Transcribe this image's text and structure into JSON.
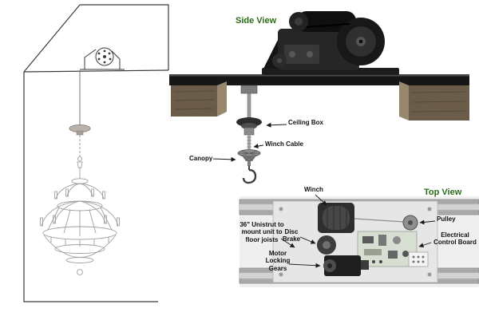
{
  "figure": {
    "type": "chandelier-lift-installation-diagram"
  },
  "colors": {
    "title_green": "#2e6b1c",
    "label_text": "#111111",
    "wood_joist": "#6b5c49",
    "mounting_board": "#161616",
    "unistrut_gray": "#adadad",
    "circuit_board_green": "#d7ded2"
  },
  "side_view": {
    "title": "Side View",
    "labels": {
      "ceiling_box": "Ceiling Box",
      "winch_cable": "Winch Cable",
      "canopy": "Canopy"
    }
  },
  "top_view": {
    "title": "Top View",
    "labels": {
      "winch": "Winch",
      "pulley": "Pulley",
      "unistrut": "36\" Unistrut to mount unit to floor joists",
      "disc_brake": "Disc Brake",
      "electrical_control_board": "Electrical Control Board",
      "motor_locking_gears": "Motor Locking Gears"
    }
  }
}
